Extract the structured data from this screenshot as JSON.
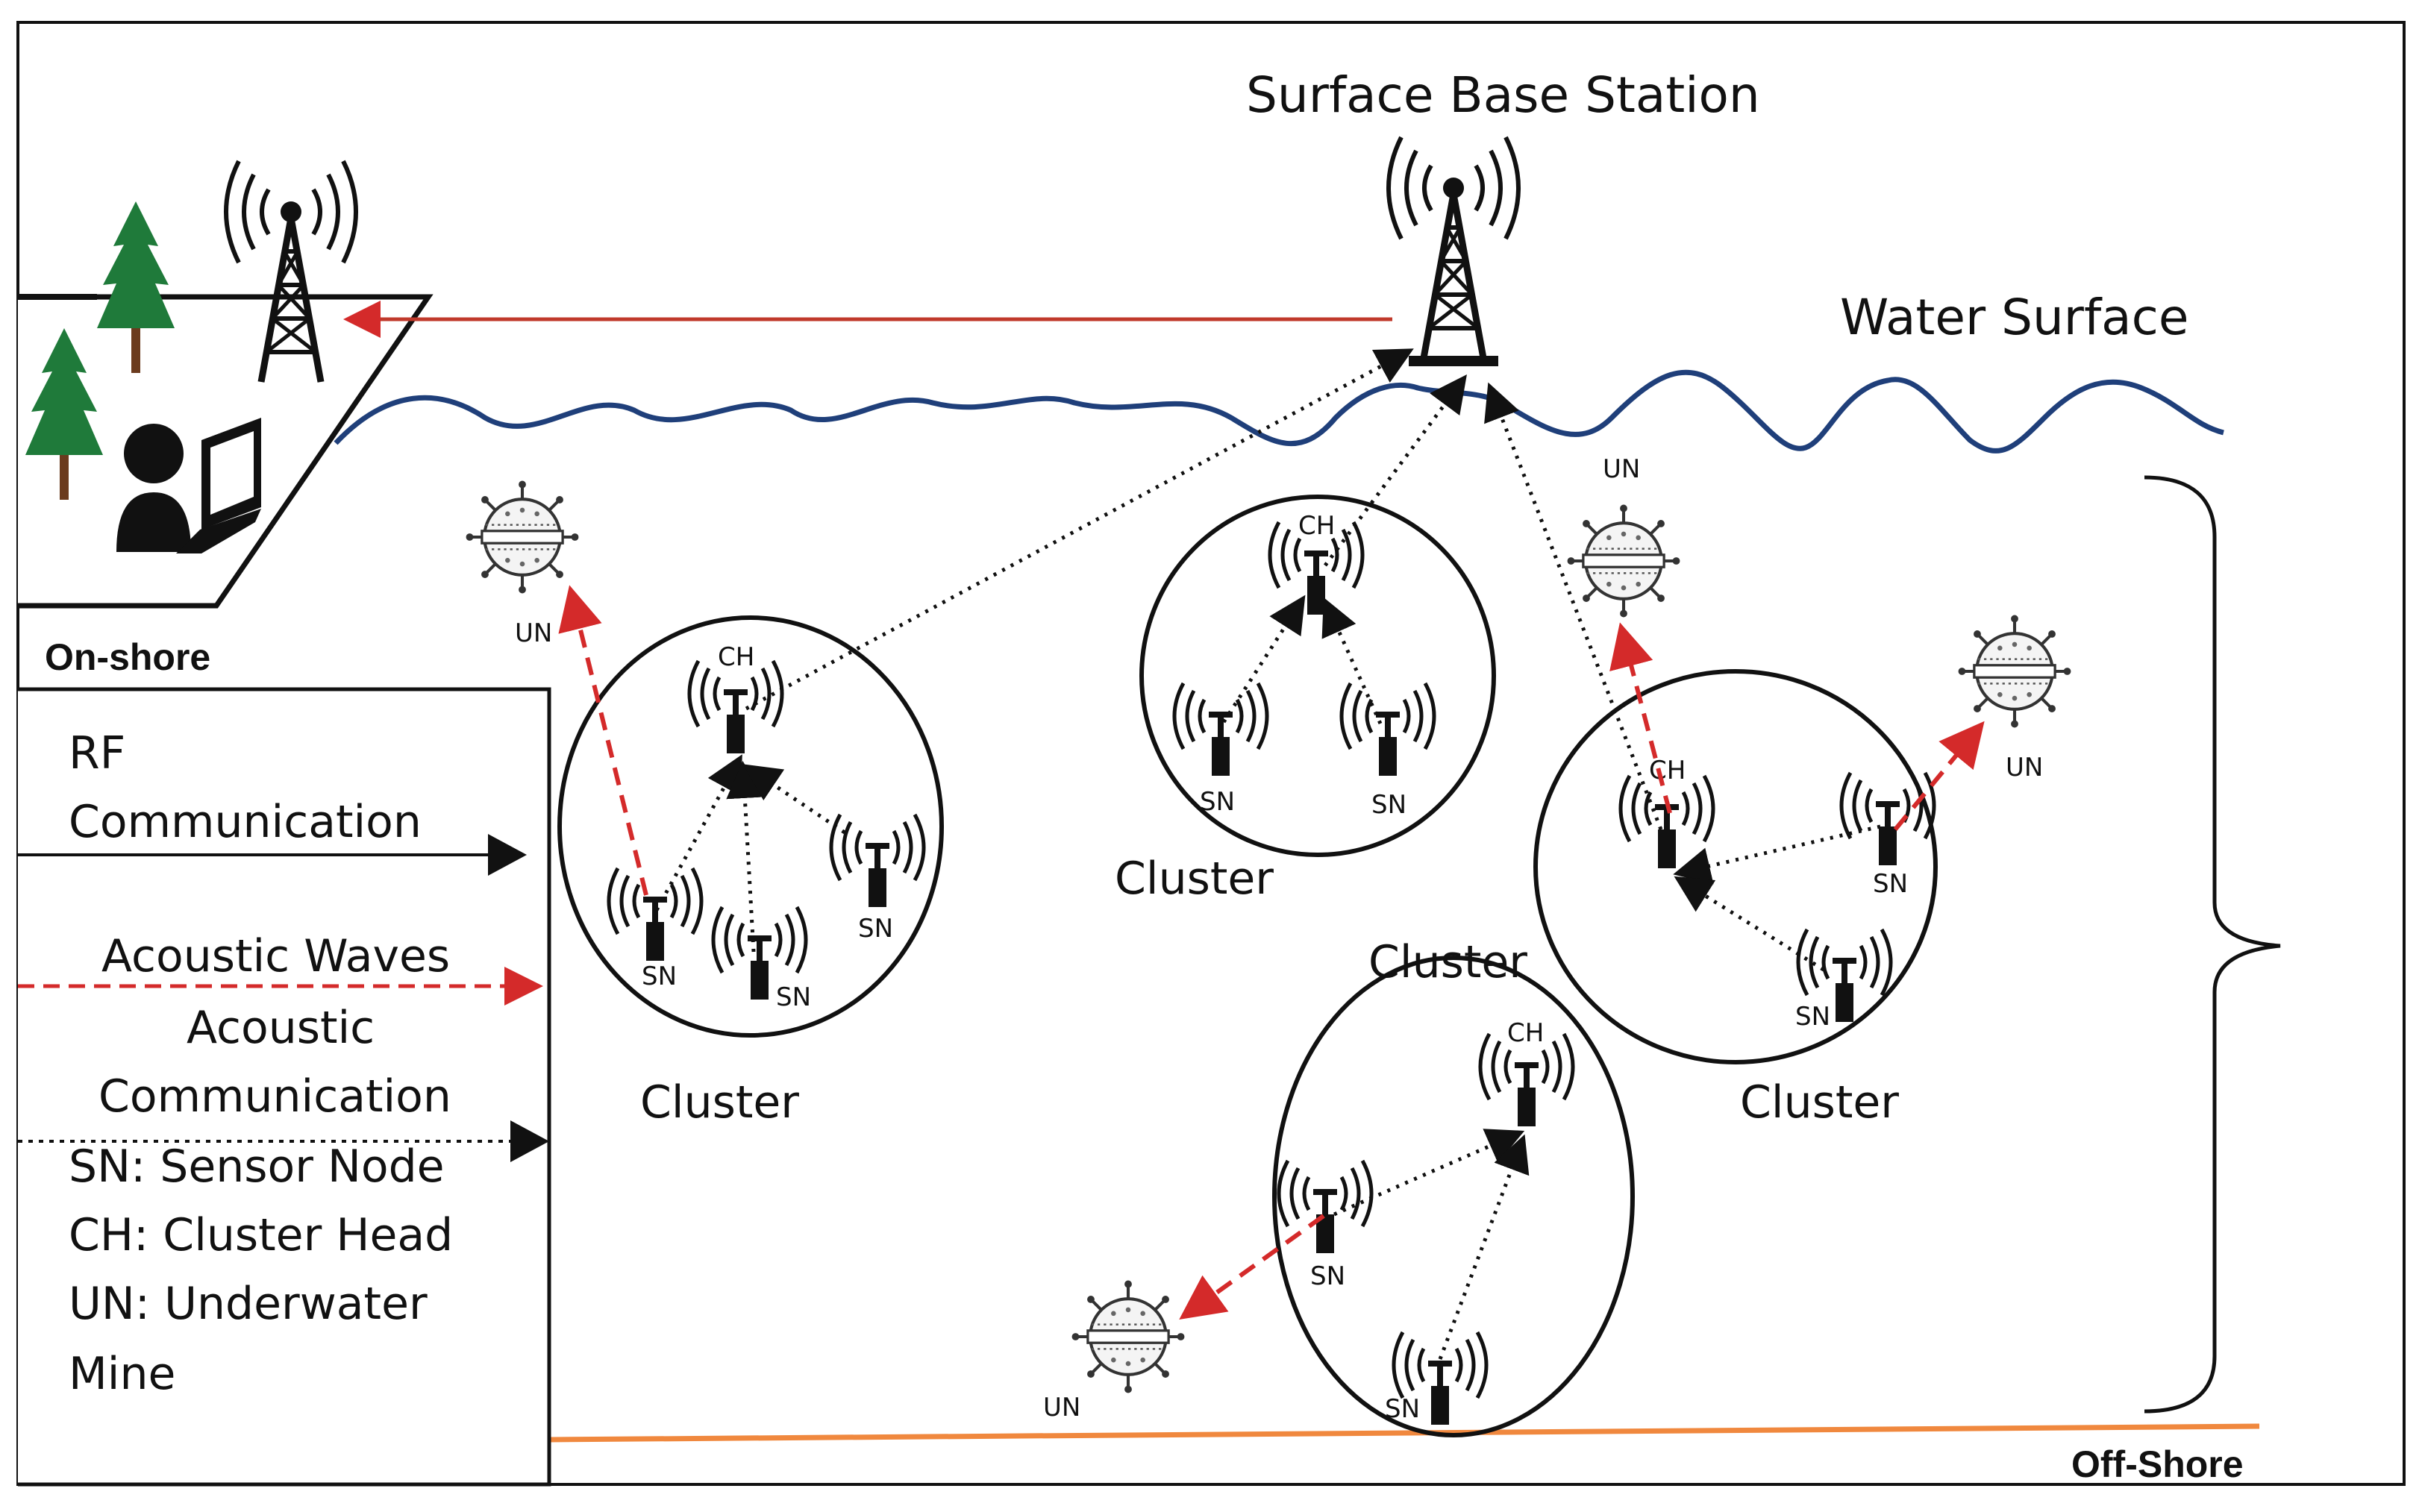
{
  "title": "Surface Base Station",
  "water_surface_label": "Water Surface",
  "onshore_label": "On-shore",
  "offshore_label": "Off-Shore",
  "legend": {
    "rf_line1": "RF",
    "rf_line2": "Communication",
    "acoustic_waves": "Acoustic Waves",
    "acoustic_comm_line1": "Acoustic",
    "acoustic_comm_line2": "Communication",
    "sn_def": "SN: Sensor Node",
    "ch_def": "CH: Cluster Head",
    "un_def_line1": "UN: Underwater",
    "un_def_line2": "Mine"
  },
  "node_labels": {
    "sn": "SN",
    "ch": "CH",
    "un": "UN"
  },
  "clusters": {
    "c1": "Cluster",
    "c2": "Cluster",
    "c3": "Cluster",
    "c4": "Cluster"
  },
  "colors": {
    "rf_arrow": "#c0392b",
    "acoustic_wave": "#d42a2a",
    "water": "#1f3f7a",
    "seabed": "#f0883e",
    "tree": "#1f7a3a",
    "trunk": "#6b3b1e"
  },
  "icons": [
    "antenna-tower-icon",
    "tree-icon",
    "user-icon",
    "laptop-icon",
    "sensor-node-icon",
    "underwater-mine-icon"
  ]
}
